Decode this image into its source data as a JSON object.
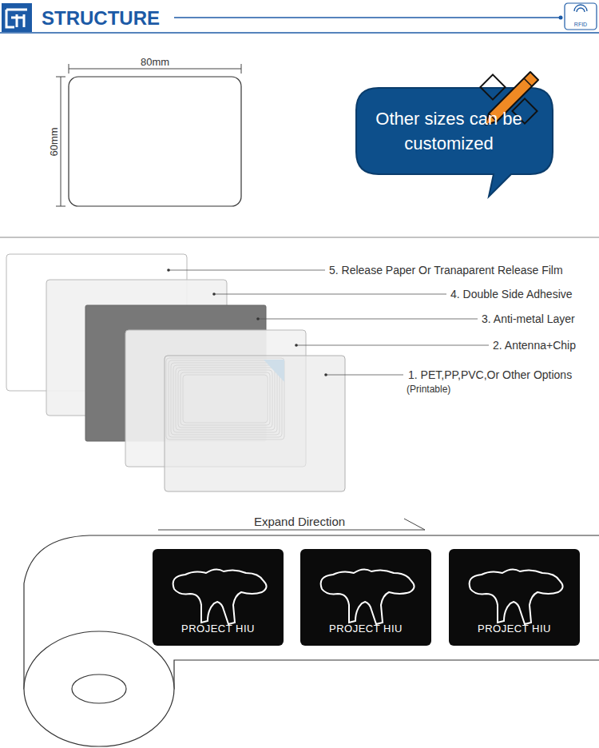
{
  "diagram": {
    "title": "STRUCTURE",
    "nodes": [
      {
        "text": [
          "Other sizes can be customized"
        ]
      },
      {
        "text": [
          "PROJECT HIU"
        ]
      },
      {
        "text": [
          "PROJECT HIU"
        ]
      },
      {
        "text": [
          "PROJECT HIU"
        ]
      }
    ],
    "labels": [
      "RFID",
      "80mm",
      "60mm",
      "5. Release Paper Or Tranaparent Release Film",
      "4. Double Side Adhesive",
      "3. Anti-metal Layer",
      "2. Antenna+Chip",
      "1. PET,PP,PVC,Or Other Options",
      "(Printable)",
      "Expand Direction"
    ]
  }
}
